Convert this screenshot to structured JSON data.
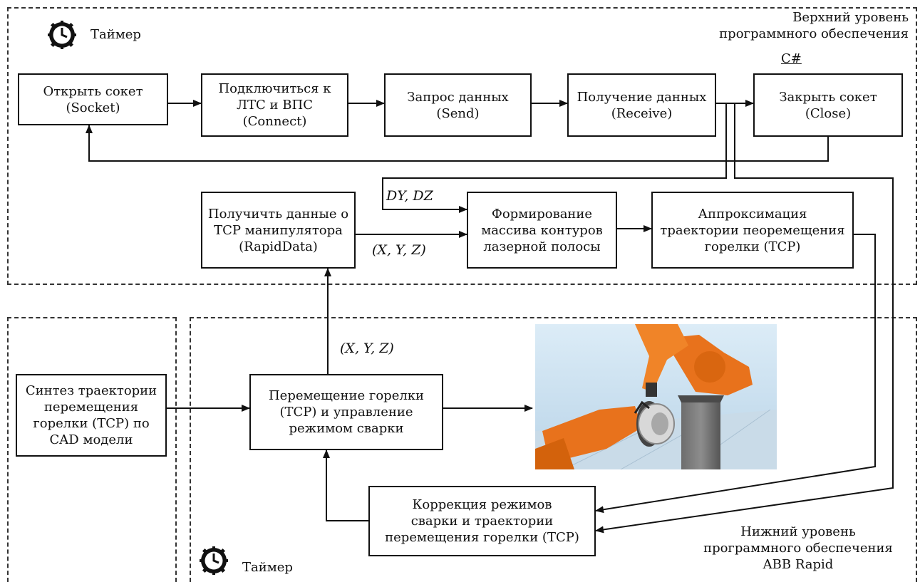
{
  "upper": {
    "timer_label": "Таймер",
    "title_lines": [
      "Верхний уровень",
      "программного обеспечения",
      "C#"
    ]
  },
  "lower": {
    "timer_label": "Таймер",
    "title_lines": [
      "Нижний уровень",
      "программного обеспечения",
      "ABB Rapid"
    ]
  },
  "boxes": {
    "open_socket": [
      "Открыть сокет",
      "(Socket)"
    ],
    "connect": [
      "Подключиться к",
      "ЛТС и ВПС",
      "(Connect)"
    ],
    "request": [
      "Запрос данных",
      "(Send)"
    ],
    "receive": [
      "Получение данных",
      "(Receive)"
    ],
    "close_socket": [
      "Закрыть сокет",
      "(Close)"
    ],
    "get_tcp": [
      "Получичть данные о",
      "TCP манипулятора",
      "(RapidData)"
    ],
    "contours": [
      "Формирование",
      "массива контуров",
      "лазерной полосы"
    ],
    "approx": [
      "Аппроксимация",
      "траектории пеоремещения",
      "горелки (TCP)"
    ],
    "synth": [
      "Синтез траектории",
      "перемещения",
      "горелки (TCP) по",
      "CAD модели"
    ],
    "move": [
      "Перемещение горелки",
      "(TCP) и управление",
      "режимом сварки"
    ],
    "correction": [
      "Коррекция режимов",
      "сварки и траектории",
      "перемещения горелки (TCP)"
    ]
  },
  "labels": {
    "dy_dz": "DY, DZ",
    "xyz_upper": "(X, Y, Z)",
    "xyz_lower": "(X, Y, Z)"
  },
  "icons": {
    "timer_icon": "stopwatch-clock-icon",
    "robot_image": "robot-welding-cell-image"
  },
  "colors": {
    "line": "#111111",
    "robot_orange": "#e8721c",
    "scene_sky": "#cfe3f1"
  }
}
